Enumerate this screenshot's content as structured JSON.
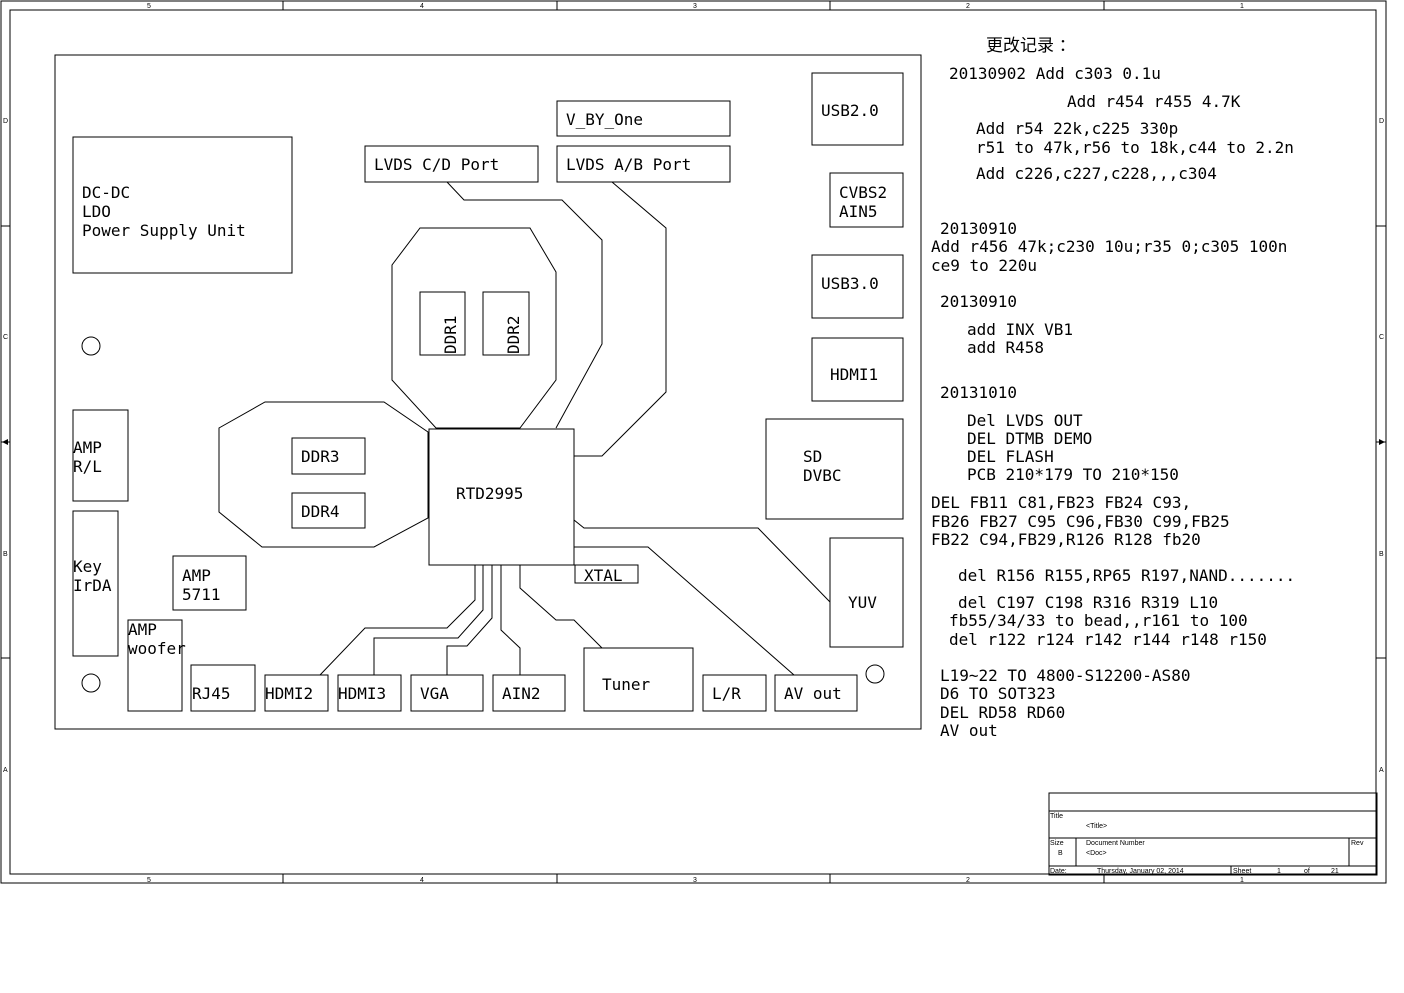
{
  "border": {
    "col_labels": [
      "5",
      "4",
      "3",
      "2",
      "1"
    ],
    "row_labels": [
      "D",
      "C",
      "B",
      "A"
    ]
  },
  "blocks": {
    "power_supply": [
      "DC-DC",
      "LDO",
      "Power Supply Unit"
    ],
    "v_by_one": "V_BY_One",
    "lvds_cd": "LVDS C/D Port",
    "lvds_ab": "LVDS A/B Port",
    "usb2": "USB2.0",
    "cvbs2": [
      "CVBS2",
      "AIN5"
    ],
    "usb3": "USB3.0",
    "hdmi1": "HDMI1",
    "ddr1": "DDR1",
    "ddr2": "DDR2",
    "ddr3": "DDR3",
    "ddr4": "DDR4",
    "soc": "RTD2995",
    "xtal": "XTAL",
    "sd_dvbc": [
      "SD",
      "DVBC"
    ],
    "amp_rl": [
      "AMP",
      "R/L"
    ],
    "key_irda": [
      "Key",
      "IrDA"
    ],
    "amp_5711": [
      "AMP",
      "5711"
    ],
    "amp_woofer": [
      "AMP",
      "woofer"
    ],
    "yuv": "YUV",
    "rj45": "RJ45",
    "hdmi2": "HDMI2",
    "hdmi3": "HDMI3",
    "vga": "VGA",
    "ain2": "AIN2",
    "tuner": "Tuner",
    "lr": "L/R",
    "av_out": "AV out"
  },
  "changelog": {
    "heading": "更改记录 ：",
    "lines": [
      "20130902  Add c303 0.1u",
      "Add  r454 r455 4.7K",
      "Add  r54 22k,c225 330p",
      "r51 to 47k,r56 to 18k,c44 to 2.2n",
      "Add  c226,c227,c228,,,c304",
      "20130910",
      "Add  r456 47k;c230 10u;r35 0;c305 100n",
      "ce9 to 220u",
      "20130910",
      "add INX VB1",
      "add R458",
      "20131010",
      "Del LVDS OUT",
      "DEL DTMB DEMO",
      "DEL FLASH",
      "PCB 210*179 TO 210*150",
      "DEL  FB11 C81,FB23 FB24 C93,",
      "FB26 FB27 C95 C96,FB30 C99,FB25",
      "FB22 C94,FB29,R126 R128  fb20",
      "del  R156 R155,RP65 R197,NAND.......",
      "del  C197 C198 R316 R319 L10",
      "fb55/34/33 to bead,,r161 to 100",
      "del  r122 r124 r142 r144 r148 r150",
      "L19~22 TO  4800-S12200-AS80",
      "D6 TO SOT323",
      "DEL RD58 RD60",
      "AV out"
    ]
  },
  "title_block": {
    "title_label": "Title",
    "title_value": "<Title>",
    "size_label": "Size",
    "size_value": "B",
    "doc_label": "Document Number",
    "doc_value": "<Doc>",
    "rev_label": "Rev",
    "date_label": "Date:",
    "date_value": "Thursday, January 02, 2014",
    "sheet_label": "Sheet",
    "sheet_num": "1",
    "of_label": "of",
    "sheet_total": "21"
  }
}
